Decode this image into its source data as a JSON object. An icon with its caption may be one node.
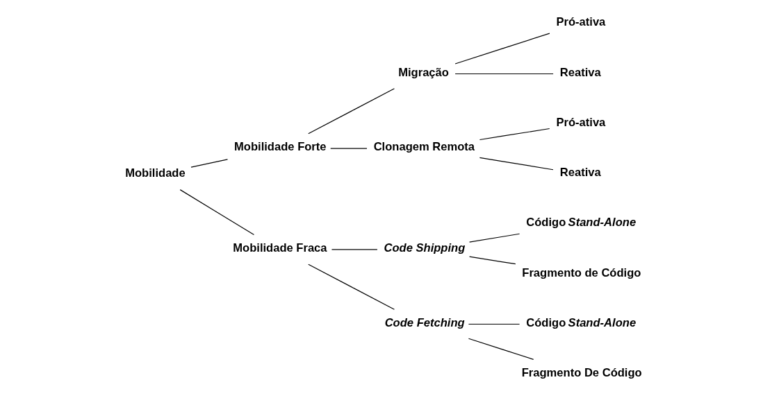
{
  "diagram": {
    "nodes": [
      {
        "text": [
          "Mobilidade"
        ]
      },
      {
        "text": [
          "Mobilidade Forte"
        ]
      },
      {
        "text": [
          "Migração"
        ]
      },
      {
        "text": [
          "Pró-ativa"
        ]
      },
      {
        "text": [
          "Reativa"
        ]
      },
      {
        "text": [
          "Clonagem Remota"
        ]
      },
      {
        "text": [
          "Pró-ativa"
        ]
      },
      {
        "text": [
          "Reativa"
        ]
      },
      {
        "text": [
          "Mobilidade Fraca"
        ]
      },
      {
        "text": [
          "Code Shipping"
        ]
      },
      {
        "text": [
          "Código *Stand-Alone*"
        ]
      },
      {
        "text": [
          "Fragmento de Código"
        ]
      },
      {
        "text": [
          "Code Fetching"
        ]
      },
      {
        "text": [
          "Código *Stand-Alone*"
        ]
      },
      {
        "text": [
          "Fragmento De Código"
        ]
      }
    ],
    "edges": [
      {
        "from": 0,
        "to": 1,
        "arrow": "none"
      },
      {
        "from": 0,
        "to": 8,
        "arrow": "none"
      },
      {
        "from": 1,
        "to": 2,
        "arrow": "none"
      },
      {
        "from": 1,
        "to": 5,
        "arrow": "none"
      },
      {
        "from": 2,
        "to": 3,
        "arrow": "none"
      },
      {
        "from": 2,
        "to": 4,
        "arrow": "none"
      },
      {
        "from": 5,
        "to": 6,
        "arrow": "none"
      },
      {
        "from": 5,
        "to": 7,
        "arrow": "none"
      },
      {
        "from": 8,
        "to": 9,
        "arrow": "none"
      },
      {
        "from": 8,
        "to": 12,
        "arrow": "none"
      },
      {
        "from": 9,
        "to": 10,
        "arrow": "none"
      },
      {
        "from": 9,
        "to": 11,
        "arrow": "none"
      },
      {
        "from": 12,
        "to": 13,
        "arrow": "none"
      },
      {
        "from": 12,
        "to": 14,
        "arrow": "none"
      }
    ]
  }
}
